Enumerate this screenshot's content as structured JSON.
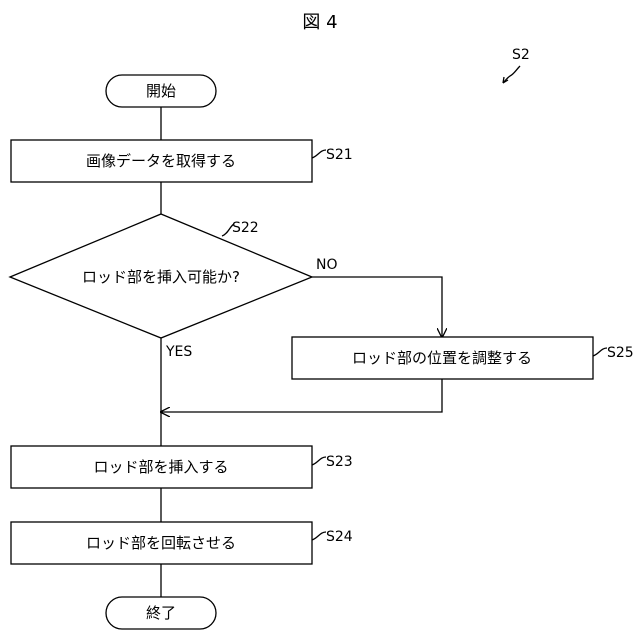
{
  "figure": {
    "title": "図 4",
    "ref": "S2"
  },
  "nodes": {
    "start": {
      "text": "開始"
    },
    "s21": {
      "step": "S21",
      "text": "画像データを取得する"
    },
    "s22": {
      "step": "S22",
      "text": "ロッド部を挿入可能か?"
    },
    "s25": {
      "step": "S25",
      "text": "ロッド部の位置を調整する"
    },
    "s23": {
      "step": "S23",
      "text": "ロッド部を挿入する"
    },
    "s24": {
      "step": "S24",
      "text": "ロッド部を回転させる"
    },
    "end": {
      "text": "終了"
    }
  },
  "branches": {
    "no": "NO",
    "yes": "YES"
  }
}
